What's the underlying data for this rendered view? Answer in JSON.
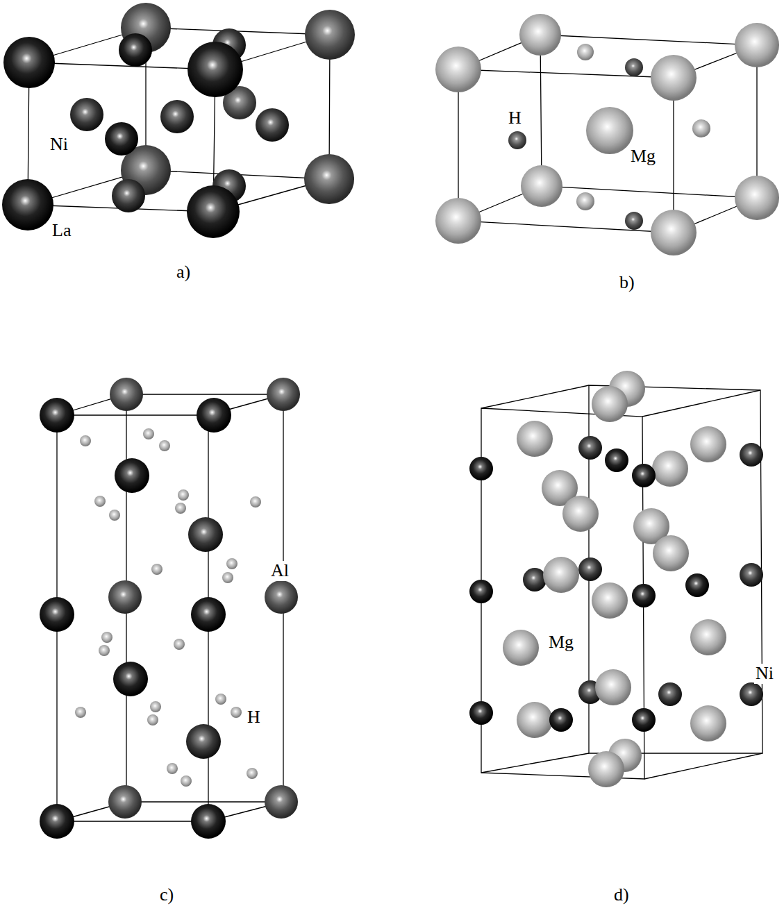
{
  "diagram": {
    "labels": [
      "Ni",
      "La",
      "a)",
      "H",
      "Mg",
      "b)",
      "Al",
      "H",
      "c)",
      "Mg",
      "Ni",
      "d)"
    ]
  }
}
